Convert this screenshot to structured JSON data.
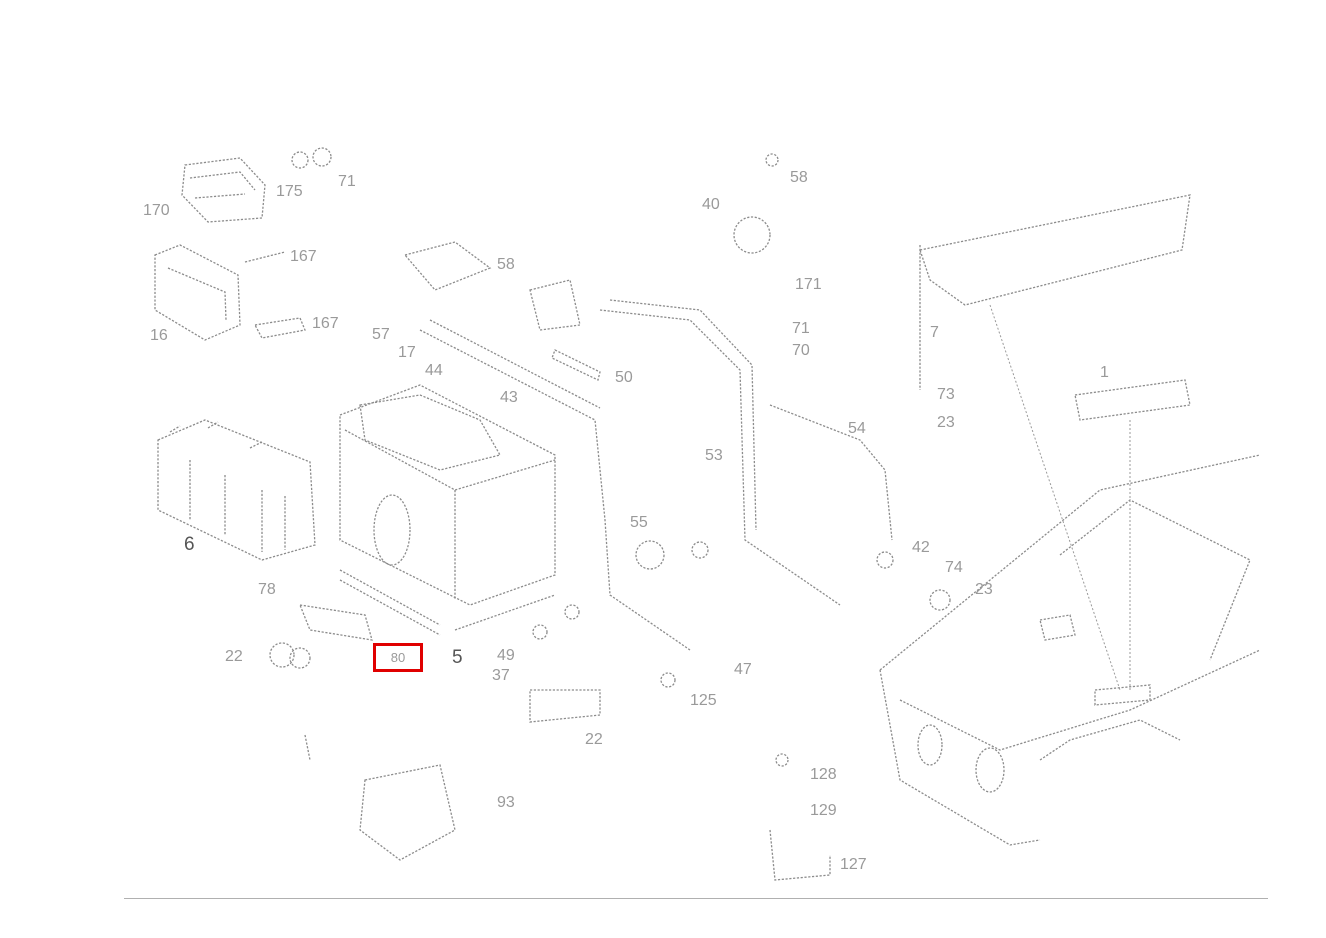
{
  "diagram": {
    "callouts": {
      "c170": "170",
      "c173": "175",
      "c171": "71",
      "c167": "167",
      "c16": "16",
      "c167b": "167",
      "c58": "58",
      "c57": "57",
      "c17": "17",
      "c44": "44",
      "c43": "43",
      "c50": "50",
      "c53": "53",
      "c6": "6",
      "c5": "5",
      "c78": "78",
      "c22": "22",
      "c58b": "58",
      "c40": "40",
      "c171b": "171",
      "c71": "71",
      "c70": "70",
      "c54": "54",
      "c55": "55",
      "c73": "73",
      "c23": "23",
      "c42": "42",
      "c74": "74",
      "c125": "125",
      "c49": "49",
      "c37": "37",
      "c47": "47",
      "c22b": "22",
      "c93": "93",
      "c128": "128",
      "c129": "129",
      "c127": "127",
      "c1": "1",
      "c7": "7",
      "c23b": "23"
    },
    "highlight_label": "80"
  }
}
